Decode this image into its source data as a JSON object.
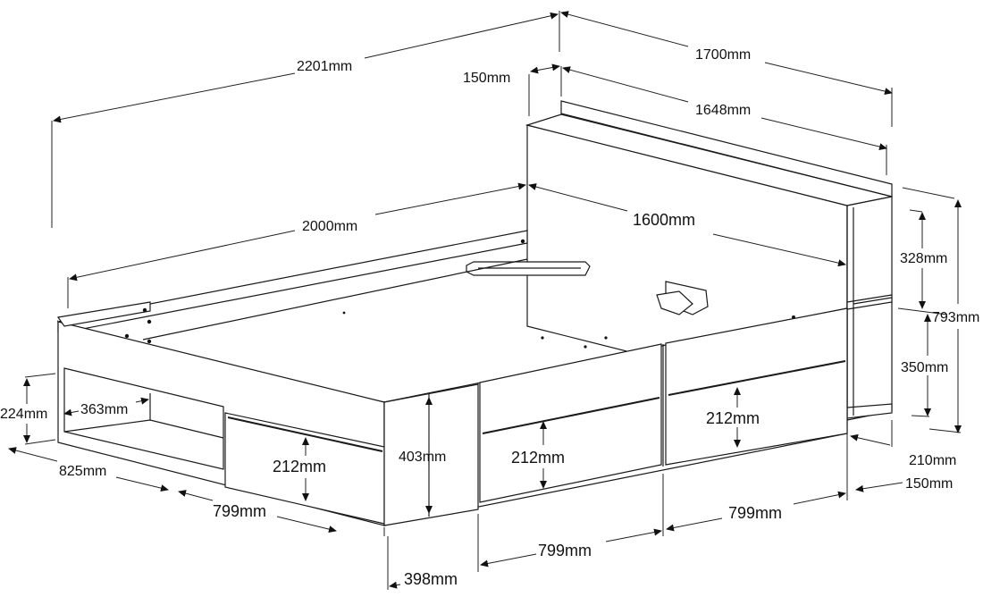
{
  "diagram": {
    "dimensions": {
      "total_length": "2201mm",
      "total_width": "1700mm",
      "headboard_depth": "150mm",
      "headboard_width": "1648mm",
      "mattress_length": "2000mm",
      "mattress_width": "1600mm",
      "shelf_upper_height": "328mm",
      "total_height": "793mm",
      "shelf_lower_height": "350mm",
      "shelf_depth": "210mm",
      "shelf_depth_2": "150mm",
      "side_height": "224mm",
      "side_compartment_height": "363mm",
      "side_compartment_depth": "825mm",
      "drawer_height_1": "212mm",
      "drawer_height_2": "212mm",
      "drawer_height_3": "212mm",
      "drawer_width_1": "799mm",
      "drawer_width_2": "799mm",
      "drawer_width_3": "799mm",
      "bed_height": "403mm",
      "foot_depth": "398mm"
    }
  }
}
